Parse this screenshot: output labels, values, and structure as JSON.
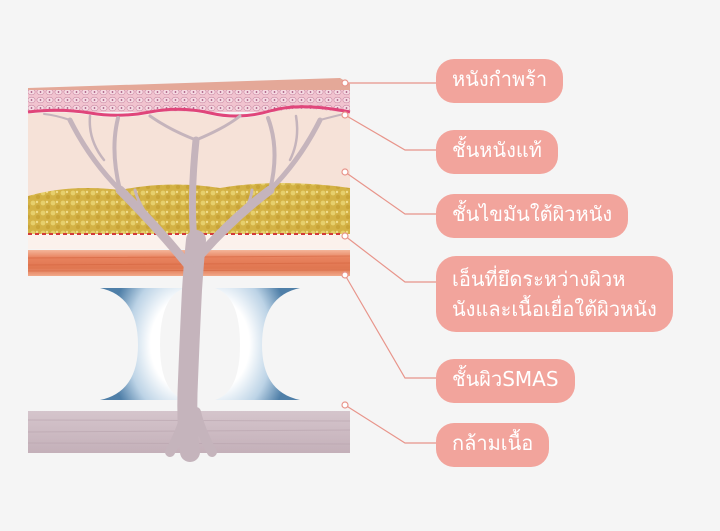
{
  "labels": {
    "epidermis": "หนังกำพร้า",
    "dermis": "ชั้นหนังแท้",
    "subcutaneous_fat": "ชั้นไขมันใต้ผิวหนัง",
    "fascia_line1": "เอ็นที่ยึดระหว่างผิวห",
    "fascia_line2": "นังและเนื้อเยื่อใต้ผิวหนัง",
    "smas": "ชั้นผิวSMAS",
    "muscle": "กล้ามเนื้อ"
  },
  "colors": {
    "label_bg": "#f2a49c",
    "label_text": "#ffffff",
    "leader_line": "#e8958b",
    "epidermis_top": "#e9b3a6",
    "dermis": "#f7e3da",
    "fat": "#d8b84a",
    "smas": "#e8825e",
    "muscle": "#cdbcc4",
    "tree": "#c9b9c0",
    "cushion": "#5e8ab0"
  }
}
